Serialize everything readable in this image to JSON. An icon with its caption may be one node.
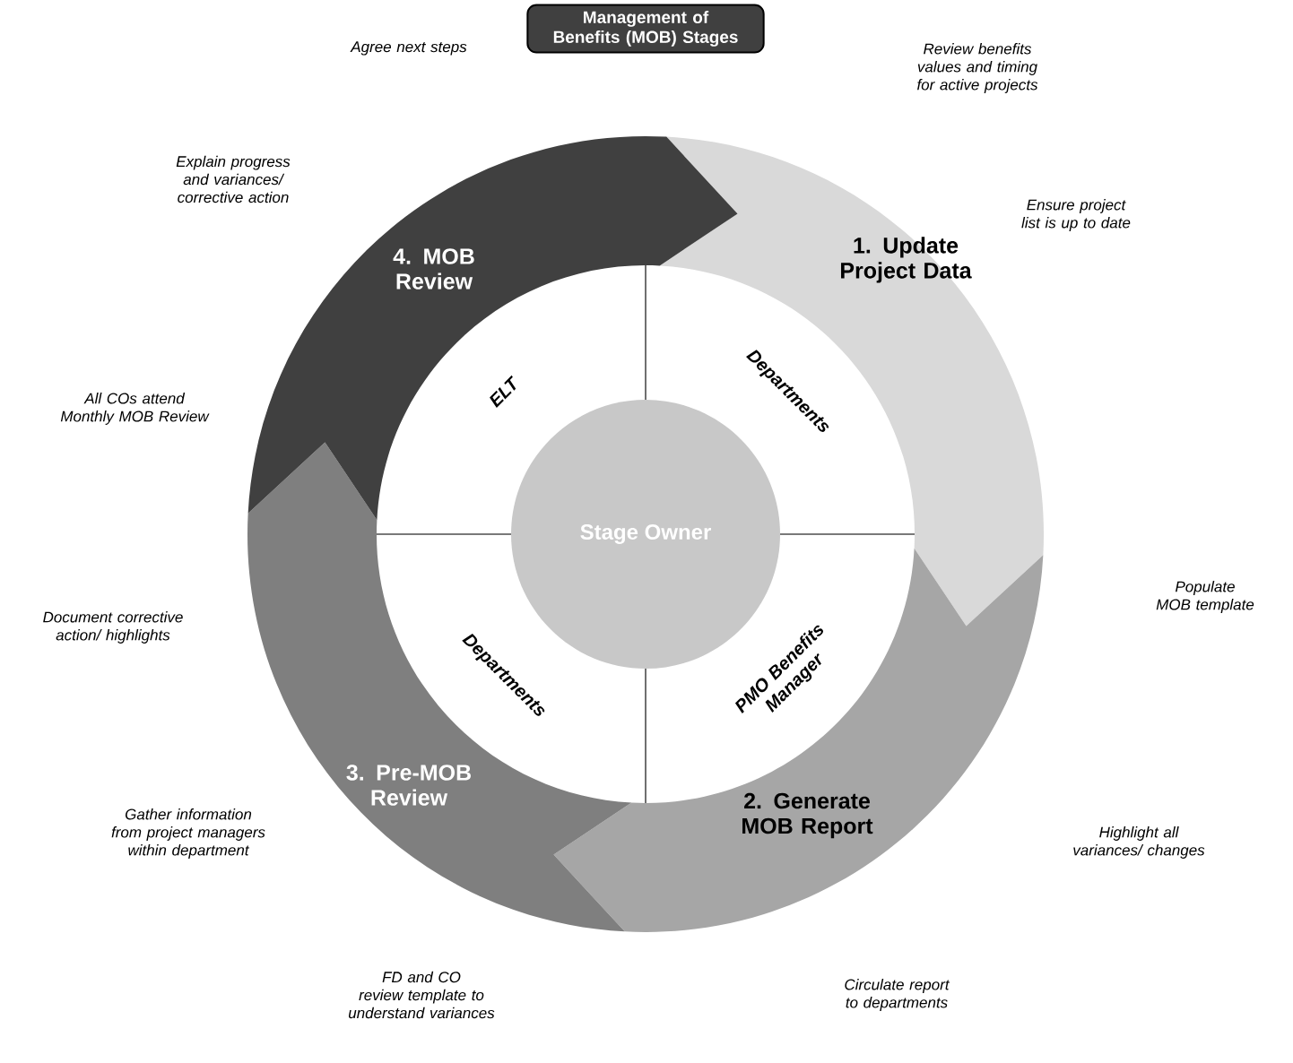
{
  "diagram": {
    "title": "Management of Benefits (MOB) Stages",
    "nodes": [
      {
        "text": [
          "1. Update Project Data"
        ]
      },
      {
        "text": [
          "2. Generate MOB Report"
        ]
      },
      {
        "text": [
          "3. Pre-MOB Review"
        ]
      },
      {
        "text": [
          "4. MOB Review"
        ]
      },
      {
        "text": [
          "Stage Owner"
        ]
      },
      {
        "text": [
          "Departments"
        ]
      },
      {
        "text": [
          "PMO Benefits Manager"
        ]
      },
      {
        "text": [
          "Departments"
        ]
      },
      {
        "text": [
          "ELT"
        ]
      }
    ],
    "labels": [
      "Agree next steps",
      "Review benefits values and timing for active projects",
      "Explain progress and variances/ corrective action",
      "Ensure project list is up to date",
      "All COs attend Monthly MOB Review",
      "Populate MOB template",
      "Document corrective action/ highlights",
      "Gather information from project managers within department",
      "Highlight all variances/ changes",
      "FD and CO review template to understand variances",
      "Circulate report to departments"
    ]
  }
}
